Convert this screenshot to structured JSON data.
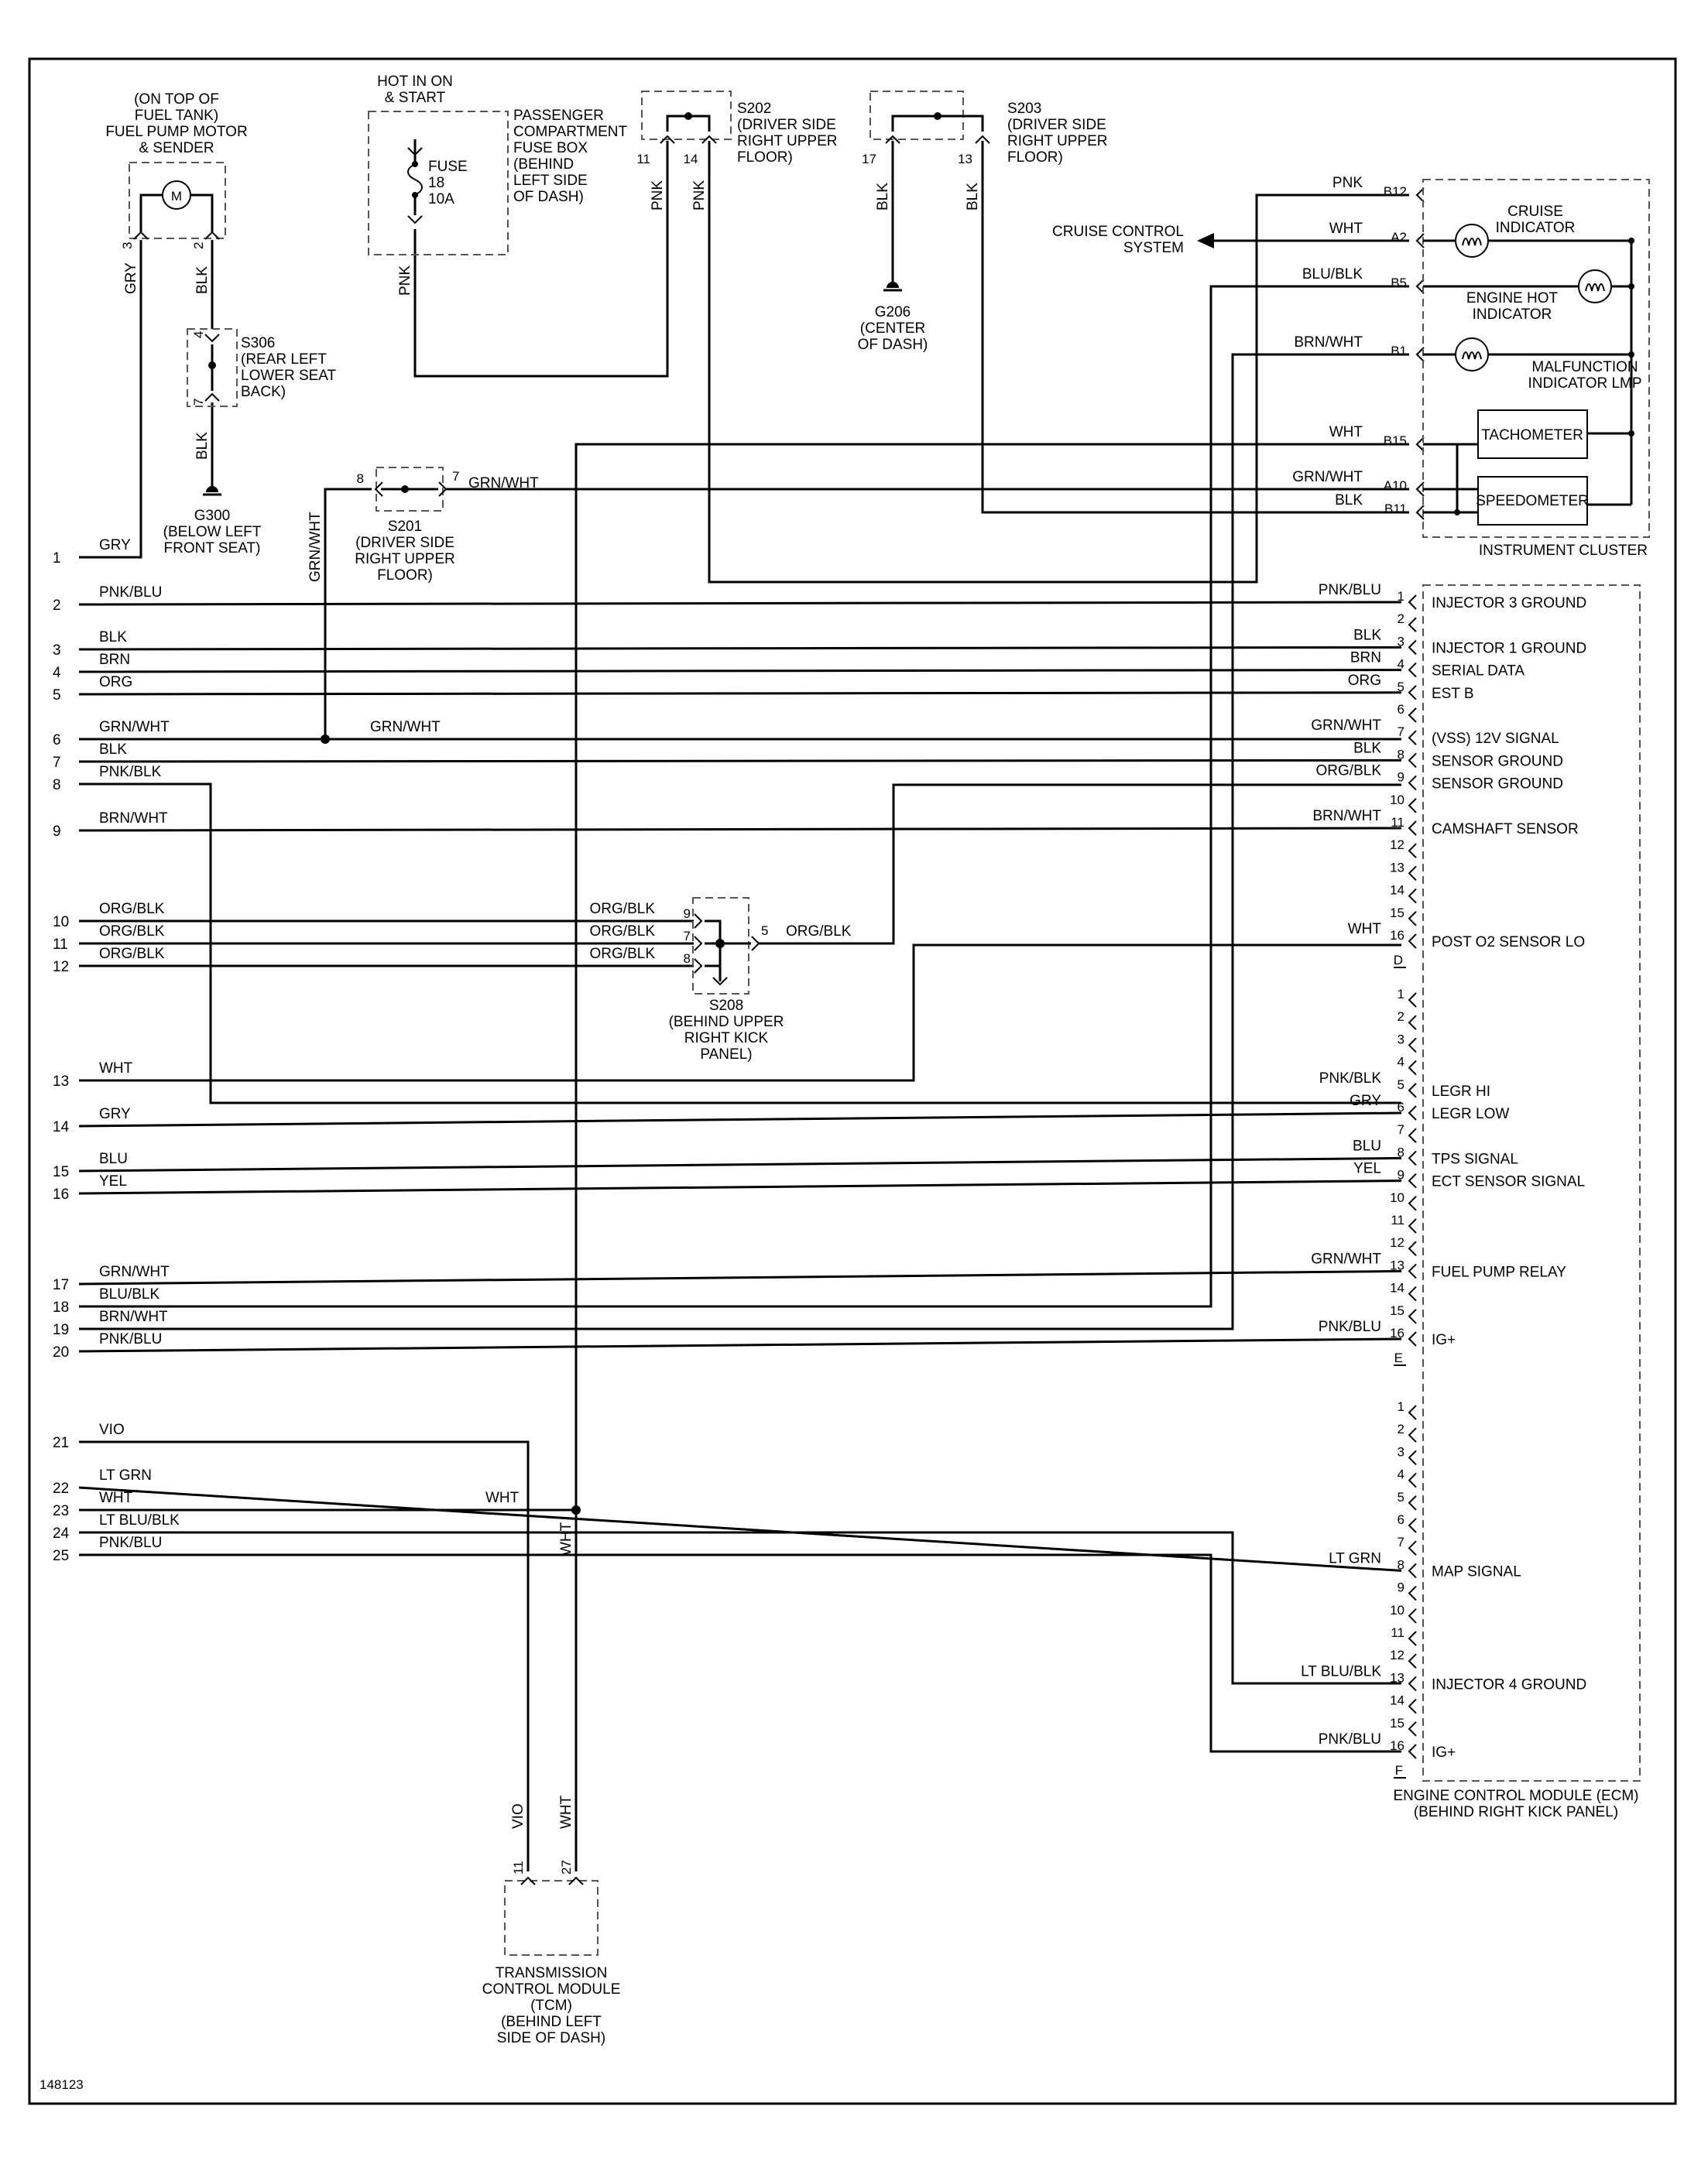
{
  "fuel_pump": {
    "location": [
      "(ON TOP OF",
      "FUEL TANK)"
    ],
    "name": [
      "FUEL PUMP MOTOR",
      "& SENDER"
    ],
    "motor_symbol": "M",
    "pin_left": "3",
    "pin_right": "2",
    "wire_left": "GRY",
    "wire_right": "BLK"
  },
  "s306": {
    "pin_top": "4",
    "pin_bottom": "7",
    "label": [
      "S306",
      "(REAR LEFT",
      "LOWER SEAT",
      "BACK)"
    ],
    "wire_below": "BLK"
  },
  "g300": {
    "label": [
      "G300",
      "(BELOW LEFT",
      "FRONT SEAT)"
    ]
  },
  "fuse": {
    "hot": [
      "HOT IN ON",
      "& START"
    ],
    "box": [
      "PASSENGER",
      "COMPARTMENT",
      "FUSE BOX",
      "(BEHIND",
      "LEFT SIDE",
      "OF DASH)"
    ],
    "fuse_text": [
      "FUSE",
      "18",
      "10A"
    ],
    "wire": "PNK"
  },
  "s202": {
    "label": [
      "S202",
      "(DRIVER SIDE",
      "RIGHT UPPER",
      "FLOOR)"
    ],
    "pin_a": "11",
    "pin_b": "14",
    "wire_a": "PNK",
    "wire_b": "PNK"
  },
  "s203": {
    "label": [
      "S203",
      "(DRIVER SIDE",
      "RIGHT UPPER",
      "FLOOR)"
    ],
    "pin_a": "17",
    "pin_b": "13",
    "wire_a": "BLK",
    "wire_b": "BLK"
  },
  "g206": {
    "label": [
      "G206",
      "(CENTER",
      "OF DASH)"
    ]
  },
  "s201": {
    "pin_left": "8",
    "pin_right": "7",
    "label": [
      "S201",
      "(DRIVER SIDE",
      "RIGHT UPPER",
      "FLOOR)"
    ],
    "wire_right": "GRN/WHT",
    "wire_vertical": "GRN/WHT"
  },
  "s208": {
    "pins": [
      "9",
      "7",
      "8"
    ],
    "out_pin": "5",
    "out_wire": "ORG/BLK",
    "label": [
      "S208",
      "(BEHIND UPPER",
      "RIGHT KICK",
      "PANEL)"
    ]
  },
  "cruise_control": [
    "CRUISE CONTROL",
    "SYSTEM"
  ],
  "instrument_cluster": {
    "title": "INSTRUMENT CLUSTER",
    "pins": [
      {
        "wire": "PNK",
        "pin": "B12"
      },
      {
        "wire": "WHT",
        "pin": "A2"
      },
      {
        "wire": "BLU/BLK",
        "pin": "B5"
      },
      {
        "wire": "BRN/WHT",
        "pin": "B1"
      },
      {
        "wire": "WHT",
        "pin": "B15"
      },
      {
        "wire": "GRN/WHT",
        "pin": "A10"
      },
      {
        "wire": "BLK",
        "pin": "B11"
      }
    ],
    "cruise": [
      "CRUISE",
      "INDICATOR"
    ],
    "engine_hot": [
      "ENGINE HOT",
      "INDICATOR"
    ],
    "malfunction": [
      "MALFUNCTION",
      "INDICATOR LMP"
    ],
    "tachometer": "TACHOMETER",
    "speedometer": "SPEEDOMETER"
  },
  "left_rows": [
    {
      "num": "1",
      "wire": "GRY"
    },
    {
      "num": "2",
      "wire": "PNK/BLU"
    },
    {
      "num": "3",
      "wire": "BLK"
    },
    {
      "num": "4",
      "wire": "BRN"
    },
    {
      "num": "5",
      "wire": "ORG"
    },
    {
      "num": "6",
      "wire": "GRN/WHT"
    },
    {
      "num": "7",
      "wire": "BLK"
    },
    {
      "num": "8",
      "wire": "PNK/BLK"
    },
    {
      "num": "9",
      "wire": "BRN/WHT"
    },
    {
      "num": "10",
      "wire": "ORG/BLK"
    },
    {
      "num": "11",
      "wire": "ORG/BLK"
    },
    {
      "num": "12",
      "wire": "ORG/BLK"
    },
    {
      "num": "13",
      "wire": "WHT"
    },
    {
      "num": "14",
      "wire": "GRY"
    },
    {
      "num": "15",
      "wire": "BLU"
    },
    {
      "num": "16",
      "wire": "YEL"
    },
    {
      "num": "17",
      "wire": "GRN/WHT"
    },
    {
      "num": "18",
      "wire": "BLU/BLK"
    },
    {
      "num": "19",
      "wire": "BRN/WHT"
    },
    {
      "num": "20",
      "wire": "PNK/BLU"
    },
    {
      "num": "21",
      "wire": "VIO"
    },
    {
      "num": "22",
      "wire": "LT GRN"
    },
    {
      "num": "23",
      "wire": "WHT"
    },
    {
      "num": "24",
      "wire": "LT BLU/BLK"
    },
    {
      "num": "25",
      "wire": "PNK/BLU"
    }
  ],
  "row6_mid_label": "GRN/WHT",
  "s208_in_labels": [
    "ORG/BLK",
    "ORG/BLK",
    "ORG/BLK"
  ],
  "row23_right_label": "WHT",
  "wht_vertical": "WHT",
  "ecm": {
    "title": [
      "ENGINE CONTROL MODULE (ECM)",
      "(BEHIND RIGHT KICK PANEL)"
    ],
    "connectors": [
      {
        "letter": "D",
        "pins": [
          {
            "pin": "1",
            "wire": "PNK/BLU",
            "func": "INJECTOR 3 GROUND"
          },
          {
            "pin": "2"
          },
          {
            "pin": "3",
            "wire": "BLK",
            "func": "INJECTOR 1 GROUND"
          },
          {
            "pin": "4",
            "wire": "BRN",
            "func": "SERIAL DATA"
          },
          {
            "pin": "5",
            "wire": "ORG",
            "func": "EST B"
          },
          {
            "pin": "6"
          },
          {
            "pin": "7",
            "wire": "GRN/WHT",
            "func": "(VSS) 12V SIGNAL"
          },
          {
            "pin": "8",
            "wire": "BLK",
            "func": "SENSOR GROUND"
          },
          {
            "pin": "9",
            "wire": "ORG/BLK",
            "func": "SENSOR GROUND"
          },
          {
            "pin": "10"
          },
          {
            "pin": "11",
            "wire": "BRN/WHT",
            "func": "CAMSHAFT SENSOR"
          },
          {
            "pin": "12"
          },
          {
            "pin": "13"
          },
          {
            "pin": "14"
          },
          {
            "pin": "15"
          },
          {
            "pin": "16",
            "wire": "WHT",
            "func": "POST O2 SENSOR LO"
          }
        ]
      },
      {
        "letter": "E",
        "pins": [
          {
            "pin": "1"
          },
          {
            "pin": "2"
          },
          {
            "pin": "3"
          },
          {
            "pin": "4"
          },
          {
            "pin": "5",
            "wire": "PNK/BLK",
            "func": "LEGR HI"
          },
          {
            "pin": "6",
            "wire": "GRY",
            "func": "LEGR LOW"
          },
          {
            "pin": "7"
          },
          {
            "pin": "8",
            "wire": "BLU",
            "func": "TPS SIGNAL"
          },
          {
            "pin": "9",
            "wire": "YEL",
            "func": "ECT SENSOR SIGNAL"
          },
          {
            "pin": "10"
          },
          {
            "pin": "11"
          },
          {
            "pin": "12"
          },
          {
            "pin": "13",
            "wire": "GRN/WHT",
            "func": "FUEL PUMP RELAY"
          },
          {
            "pin": "14"
          },
          {
            "pin": "15"
          },
          {
            "pin": "16",
            "wire": "PNK/BLU",
            "func": "IG+"
          }
        ]
      },
      {
        "letter": "F",
        "pins": [
          {
            "pin": "1"
          },
          {
            "pin": "2"
          },
          {
            "pin": "3"
          },
          {
            "pin": "4"
          },
          {
            "pin": "5"
          },
          {
            "pin": "6"
          },
          {
            "pin": "7"
          },
          {
            "pin": "8",
            "wire": "LT GRN",
            "func": "MAP SIGNAL"
          },
          {
            "pin": "9"
          },
          {
            "pin": "10"
          },
          {
            "pin": "11"
          },
          {
            "pin": "12"
          },
          {
            "pin": "13",
            "wire": "LT BLU/BLK",
            "func": "INJECTOR 4 GROUND"
          },
          {
            "pin": "14"
          },
          {
            "pin": "15"
          },
          {
            "pin": "16",
            "wire": "PNK/BLU",
            "func": "IG+"
          }
        ]
      }
    ]
  },
  "tcm": {
    "pin_a": "11",
    "pin_b": "27",
    "wire_a": "VIO",
    "wire_b": "WHT",
    "label": [
      "TRANSMISSION",
      "CONTROL MODULE",
      "(TCM)",
      "(BEHIND LEFT",
      "SIDE OF DASH)"
    ]
  },
  "figure_id": "148123"
}
